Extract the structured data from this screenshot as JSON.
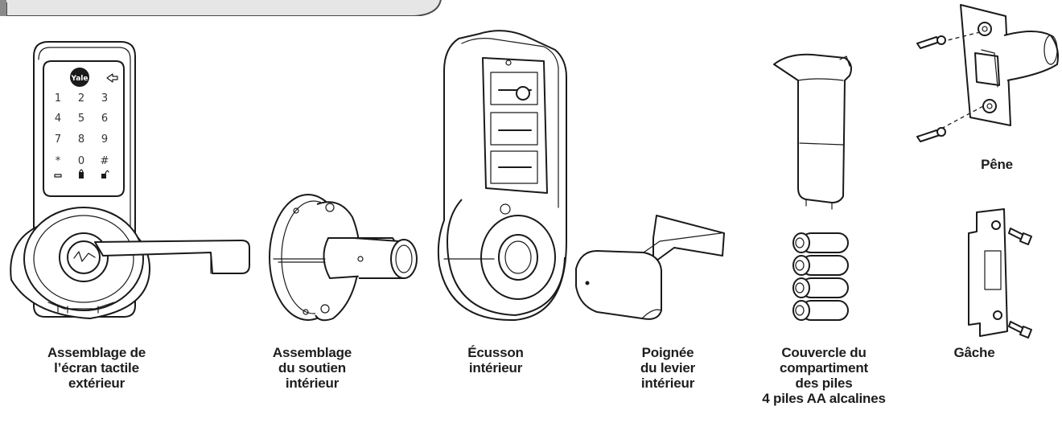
{
  "section_tab": {
    "fill_color": "#e6e6e6",
    "edge_color": "#4a4a4a"
  },
  "keypad": {
    "brand": "Yale",
    "rows": [
      [
        "1",
        "2",
        "3"
      ],
      [
        "4",
        "5",
        "6"
      ],
      [
        "7",
        "8",
        "9"
      ],
      [
        "*",
        "0",
        "#"
      ]
    ]
  },
  "components": [
    {
      "id": "exterior",
      "lines": [
        "Assemblage de",
        "l’écran tactile",
        "extérieur"
      ]
    },
    {
      "id": "support",
      "lines": [
        "Assemblage",
        "du soutien",
        "intérieur"
      ]
    },
    {
      "id": "escutcheon",
      "lines": [
        "Écusson",
        "intérieur"
      ]
    },
    {
      "id": "lever",
      "lines": [
        "Poignée",
        "du levier",
        "intérieur"
      ]
    },
    {
      "id": "battery",
      "lines": [
        "Couvercle du",
        "compartiment",
        "des piles",
        "4 piles AA alcalines"
      ]
    },
    {
      "id": "latch",
      "lines": [
        "Pêne"
      ]
    },
    {
      "id": "strike",
      "lines": [
        "Gâche"
      ]
    }
  ]
}
